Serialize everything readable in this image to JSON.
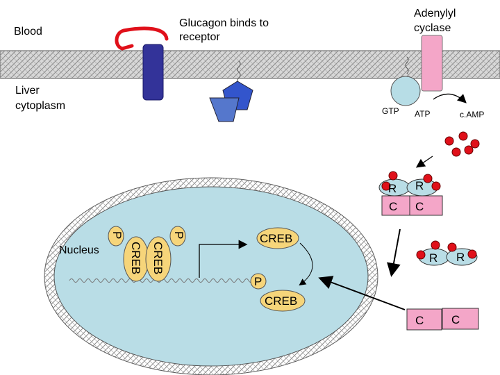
{
  "labels": {
    "blood": "Blood",
    "glucagon_line1": "Glucagon binds to",
    "glucagon_line2": "receptor",
    "adenylyl_line1": "Adenylyl",
    "adenylyl_line2": "cyclase",
    "liver_line1": "Liver",
    "liver_line2": "cytoplasm",
    "gtp": "GTP",
    "atp": "ATP",
    "camp": "c.AMP",
    "nucleus": "Nucleus",
    "r": "R",
    "c": "C",
    "creb": "CREB",
    "p": "P"
  },
  "colors": {
    "membrane_fill": "#d8d8d8",
    "receptor": "#333399",
    "glucagon": "#e0101a",
    "g_protein": "#3355cc",
    "g_protein_light": "#5577cc",
    "adenylyl_cyclase": "#f4a6c8",
    "g_subunit": "#b7dde6",
    "camp": "#e0101a",
    "nucleus_fill": "#b9dde6",
    "creb": "#f6d57a",
    "pkc_r": "#b9dde6",
    "pkc_c": "#f4a6c8"
  }
}
